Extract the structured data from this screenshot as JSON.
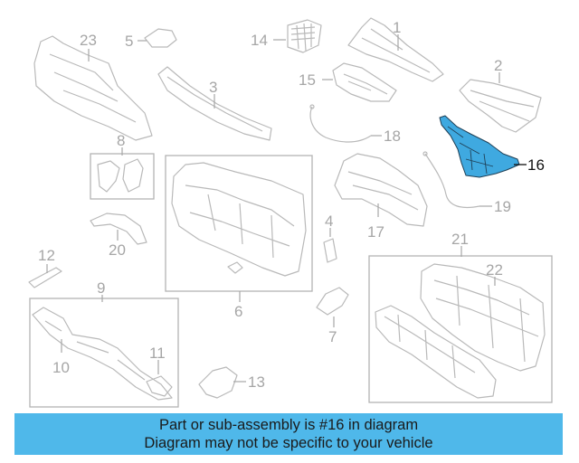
{
  "diagram": {
    "highlighted_part": "16",
    "highlight_color": "#3fa9e0",
    "callouts": [
      "1",
      "2",
      "3",
      "4",
      "5",
      "6",
      "7",
      "8",
      "9",
      "10",
      "11",
      "12",
      "13",
      "14",
      "15",
      "16",
      "17",
      "18",
      "19",
      "20",
      "21",
      "22",
      "23"
    ]
  },
  "banner": {
    "line1": "Part or sub-assembly is #16 in diagram",
    "line2": "Diagram may not be specific to your vehicle",
    "color": "#4fb8ea"
  }
}
